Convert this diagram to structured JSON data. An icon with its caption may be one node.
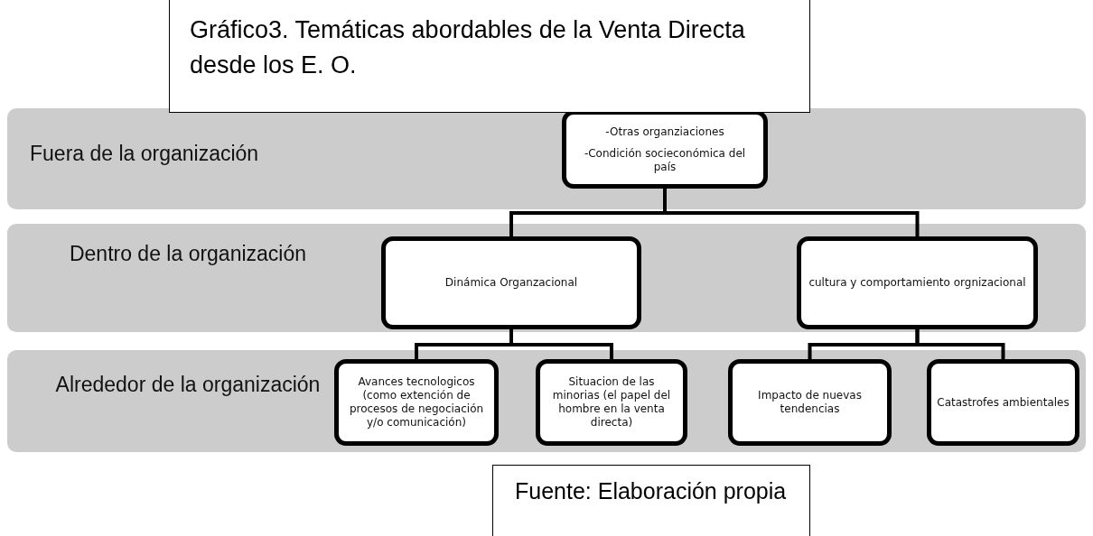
{
  "diagram": {
    "title": "Gráfico3. Temáticas abordables de la Venta Directa desde los E. O.",
    "caption": "Fuente: Elaboración propia",
    "nodes": [
      {
        "text": [
          "Fuera de la organización"
        ]
      },
      {
        "text": [
          "-Otras organziaciones",
          "-Condición socieconómica del país"
        ],
        "in": 0
      },
      {
        "text": [
          "Dentro de la organización"
        ]
      },
      {
        "text": [
          "Dinámica Organzacional"
        ],
        "in": 2
      },
      {
        "text": [
          "cultura y comportamiento orgnizacional"
        ],
        "in": 2
      },
      {
        "text": [
          "Alrededor de la organización"
        ]
      },
      {
        "text": [
          "Avances tecnologicos (como extención de procesos de negociación y/o comunicación)"
        ],
        "in": 5
      },
      {
        "text": [
          "Situacion de las minorias (el papel del hombre en la venta directa)"
        ],
        "in": 5
      },
      {
        "text": [
          "Impacto de nuevas tendencias"
        ],
        "in": 5
      },
      {
        "text": [
          "Catastrofes ambientales"
        ],
        "in": 5
      }
    ],
    "edges": [
      {
        "from": 1,
        "to": 3,
        "arrow": "none"
      },
      {
        "from": 1,
        "to": 4,
        "arrow": "none"
      },
      {
        "from": 3,
        "to": 6,
        "arrow": "none"
      },
      {
        "from": 3,
        "to": 7,
        "arrow": "none"
      },
      {
        "from": 4,
        "to": 8,
        "arrow": "none"
      },
      {
        "from": 4,
        "to": 9,
        "arrow": "none"
      }
    ]
  }
}
